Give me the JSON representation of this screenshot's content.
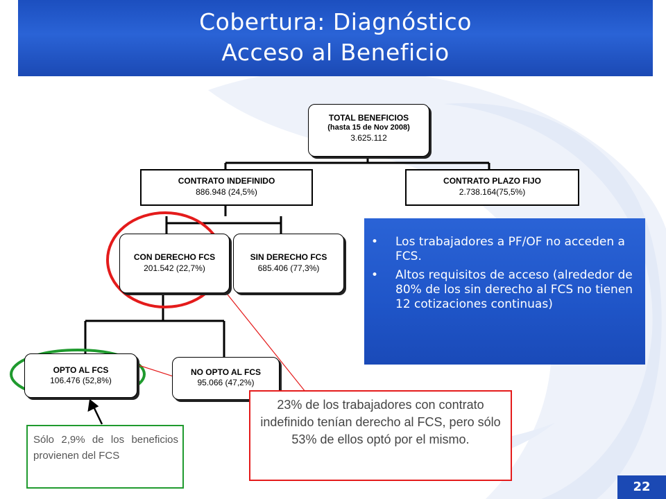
{
  "title": {
    "line1": "Cobertura: Diagnóstico",
    "line2": "Acceso al Beneficio"
  },
  "tree": {
    "total": {
      "label": "TOTAL BENEFICIOS",
      "sub": "(hasta 15 de Nov 2008)",
      "value": "3.625.112"
    },
    "indefinido": {
      "label": "CONTRATO INDEFINIDO",
      "value": "886.948 (24,5%)"
    },
    "plazo_fijo": {
      "label": "CONTRATO PLAZO FIJO",
      "value": "2.738.164(75,5%)"
    },
    "con_derecho": {
      "label": "CON DERECHO FCS",
      "value": "201.542 (22,7%)"
    },
    "sin_derecho": {
      "label": "SIN DERECHO FCS",
      "value": "685.406 (77,3%)"
    },
    "opto": {
      "label": "OPTO AL FCS",
      "value": "106.476 (52,8%)"
    },
    "no_opto": {
      "label": "NO OPTO AL FCS",
      "value": "95.066 (47,2%)"
    }
  },
  "info_bullets": [
    "Los trabajadores a PF/OF no acceden a FCS.",
    "Altos requisitos de acceso (alrededor de 80% de los sin derecho al FCS no tienen 12 cotizaciones continuas)"
  ],
  "bullet_glyph": "•",
  "note_green": "Sólo 2,9% de los beneficios provienen del FCS",
  "note_red": "23% de los trabajadores con contrato indefinido tenían derecho al FCS, pero sólo 53% de ellos optó por el mismo.",
  "page_number": "22",
  "colors": {
    "title_bg": "#1c4fbf",
    "info_bg": "#1f55c8",
    "highlight_red": "#e41b1b",
    "highlight_green": "#1f9a2e"
  }
}
